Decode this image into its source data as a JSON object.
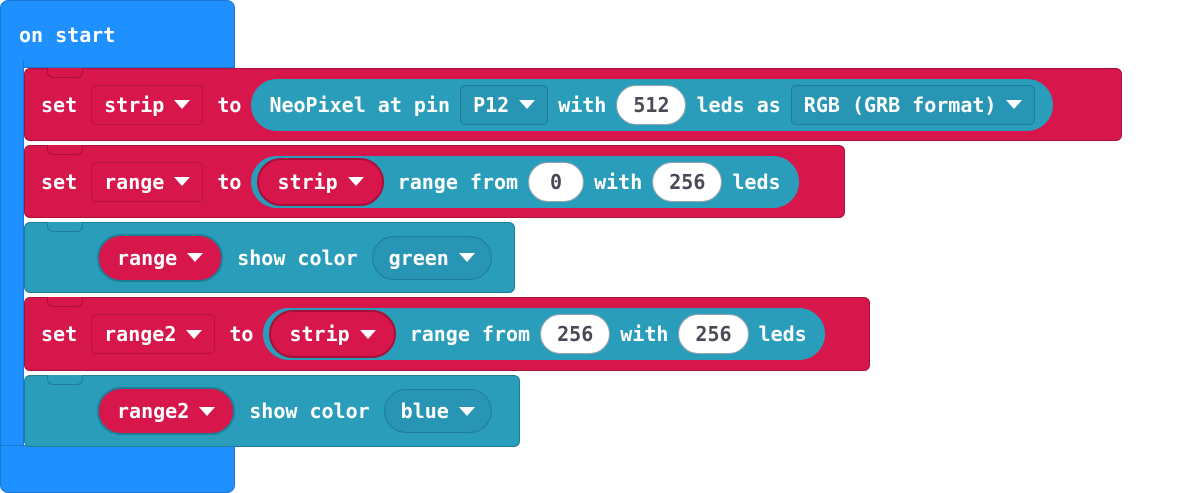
{
  "workspace": {
    "event": {
      "label": "on start"
    },
    "colors": {
      "event_blue": "#1e90ff",
      "variables_red": "#d7164b",
      "neopixel_teal": "#2a9dbb",
      "number_field": "#ffffff"
    },
    "statements": [
      {
        "kind": "set-variable",
        "set_label": "set",
        "variable": "strip",
        "to_label": "to",
        "value": {
          "kind": "neopixel-create",
          "text_1": "NeoPixel at pin",
          "pin": "P12",
          "text_2": "with",
          "leds_count": "512",
          "text_3": "leds as",
          "mode": "RGB (GRB format)"
        }
      },
      {
        "kind": "set-variable",
        "set_label": "set",
        "variable": "range",
        "to_label": "to",
        "value": {
          "kind": "neopixel-range",
          "target": "strip",
          "text_1": "range from",
          "start": "0",
          "text_2": "with",
          "length": "256",
          "text_3": "leds"
        }
      },
      {
        "kind": "show-color",
        "target": "range",
        "text_1": "show color",
        "color": "green"
      },
      {
        "kind": "set-variable",
        "set_label": "set",
        "variable": "range2",
        "to_label": "to",
        "value": {
          "kind": "neopixel-range",
          "target": "strip",
          "text_1": "range from",
          "start": "256",
          "text_2": "with",
          "length": "256",
          "text_3": "leds"
        }
      },
      {
        "kind": "show-color",
        "target": "range2",
        "text_1": "show color",
        "color": "blue"
      }
    ]
  }
}
